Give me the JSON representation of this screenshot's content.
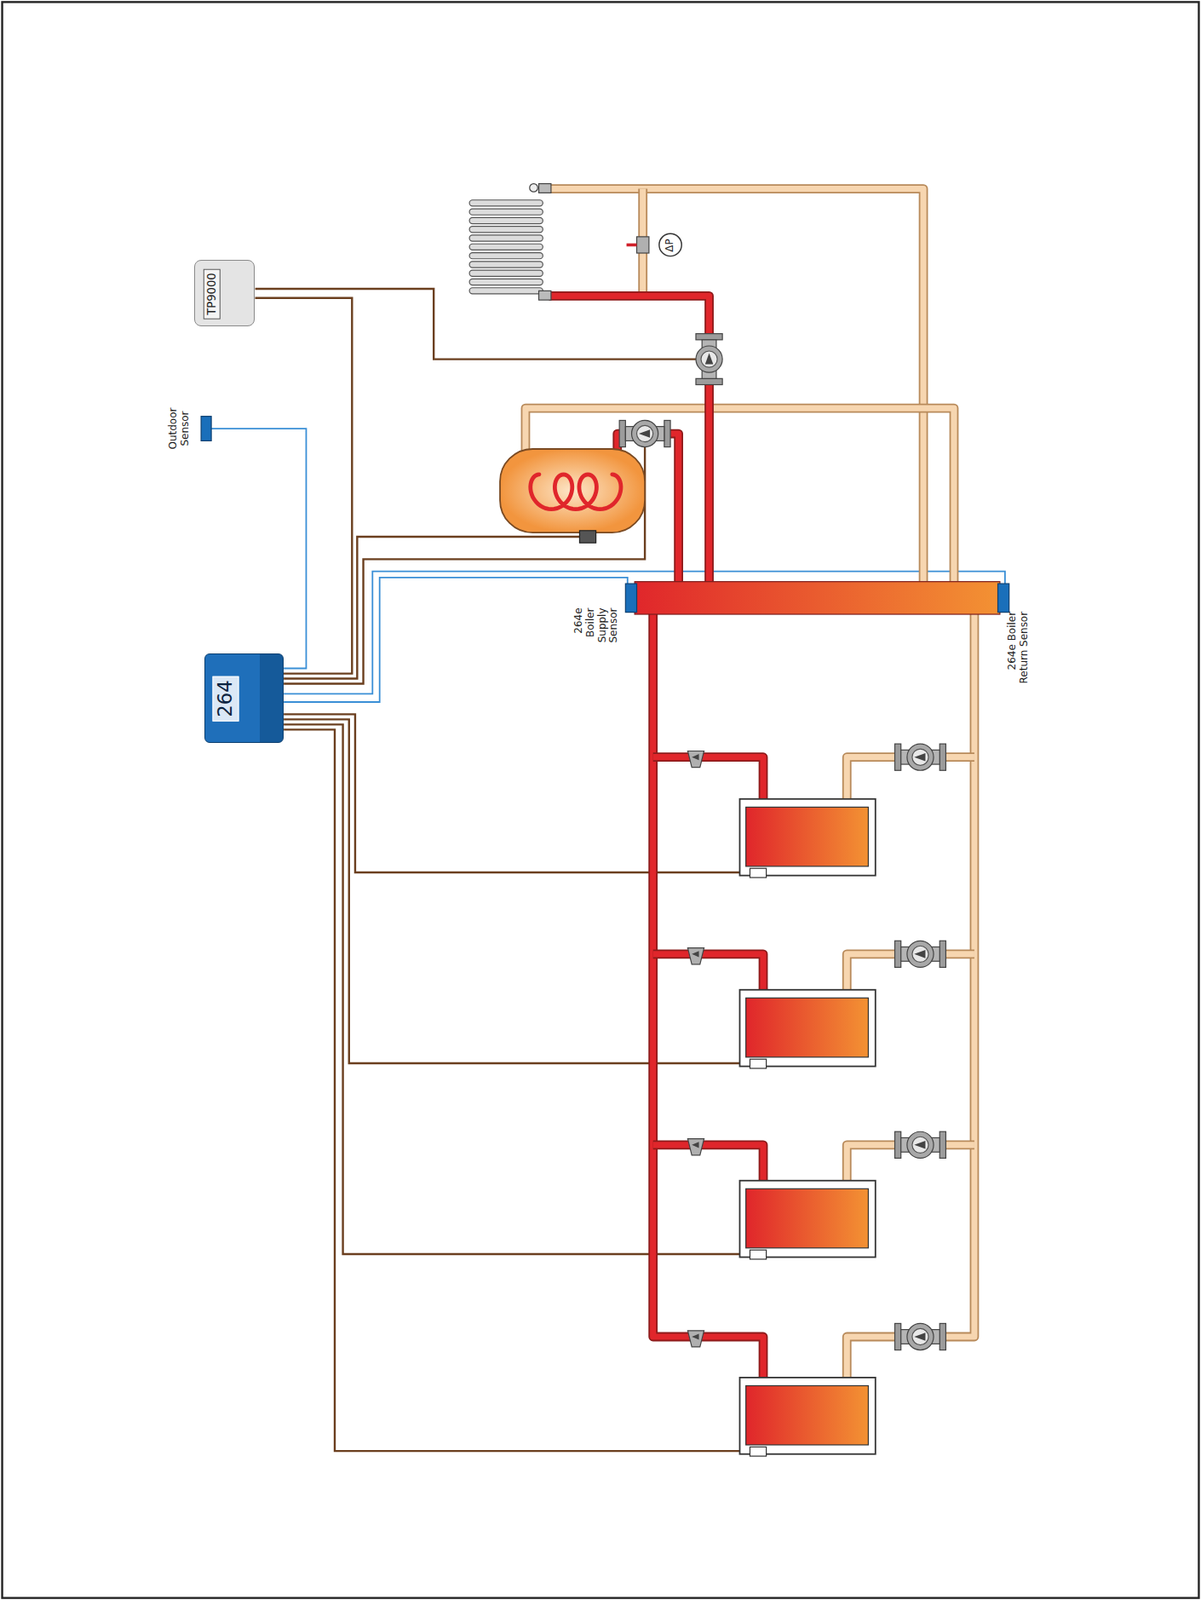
{
  "diagram": {
    "nodes": [
      {
        "text": [
          "TP9000"
        ]
      },
      {
        "text": [
          "264"
        ]
      }
    ],
    "edges": [
      {
        "from": 1,
        "to": 0,
        "arrow": "none"
      }
    ],
    "labels": [
      "Outdoor Sensor",
      "264e Boiler Supply Sensor",
      "264e Boiler Return Sensor",
      "ΔP"
    ]
  }
}
